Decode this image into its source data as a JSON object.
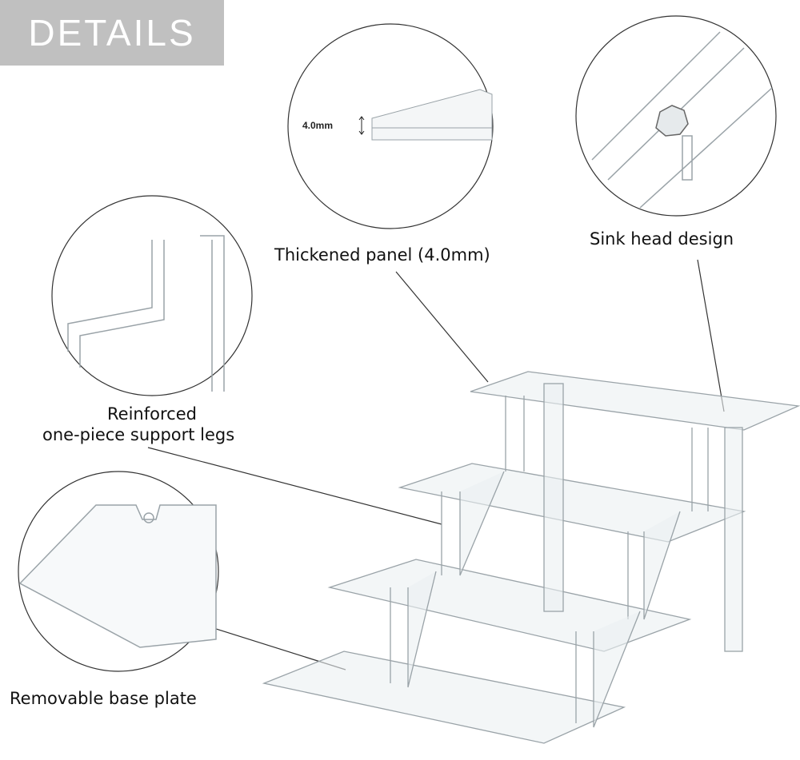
{
  "banner": {
    "title": "DETAILS"
  },
  "callouts": {
    "panel": {
      "label": "Thickened panel (4.0mm)",
      "thickness": "4.0mm"
    },
    "sink": {
      "label": "Sink head design"
    },
    "legs": {
      "line1": "Reinforced",
      "line2": "one-piece support legs"
    },
    "base": {
      "label": "Removable base plate"
    }
  },
  "colors": {
    "banner": "#c0c0c0",
    "line": "#333333",
    "acrylic_edge": "#9aa3a8"
  }
}
